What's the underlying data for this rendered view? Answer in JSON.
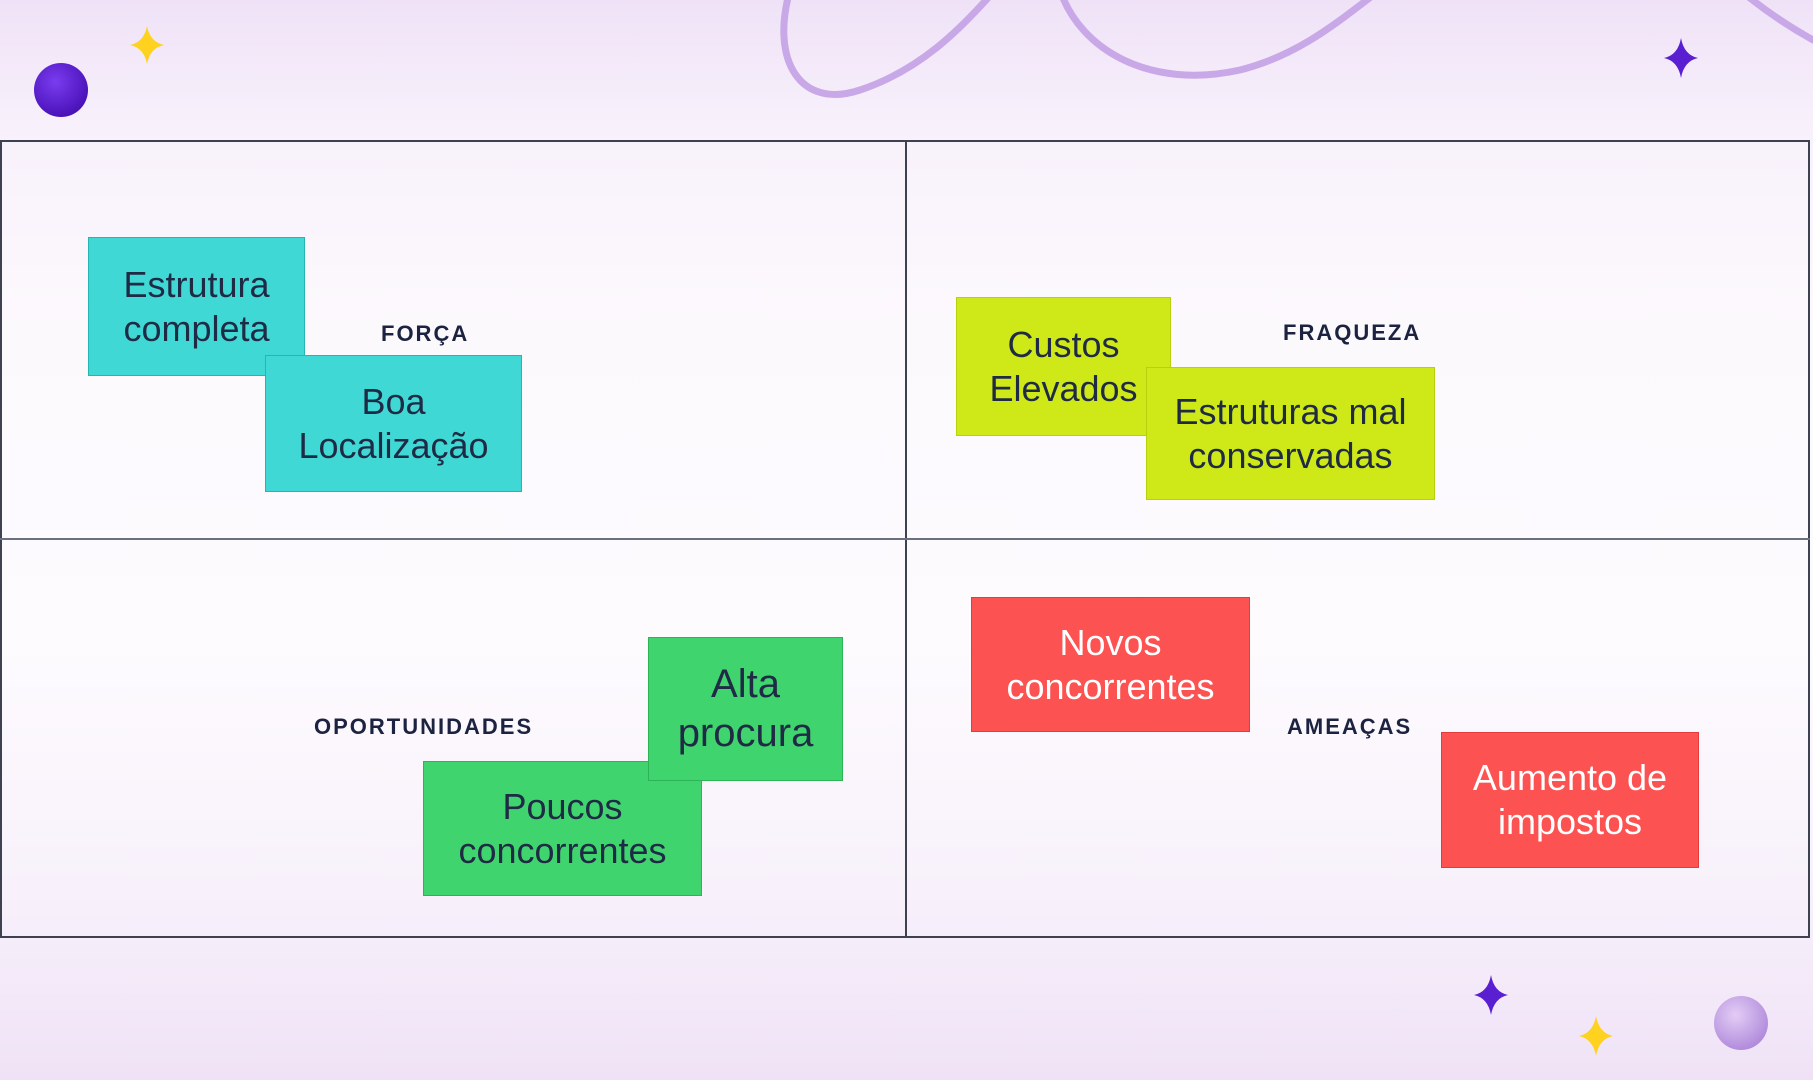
{
  "quadrants": {
    "forca": {
      "label": "FORÇA",
      "notes": [
        "Estrutura\ncompleta",
        "Boa\nLocalização"
      ]
    },
    "fraqueza": {
      "label": "FRAQUEZA",
      "notes": [
        "Custos\nElevados",
        "Estruturas mal\nconservadas"
      ]
    },
    "oportunidades": {
      "label": "OPORTUNIDADES",
      "notes": [
        "Alta\nprocura",
        "Poucos\nconcorrentes"
      ]
    },
    "ameacas": {
      "label": "AMEAÇAS",
      "notes": [
        "Novos\nconcorrentes",
        "Aumento de\nimpostos"
      ]
    }
  },
  "colors": {
    "forca": "#3fd8d5",
    "fraqueza": "#cfe918",
    "oportunidades": "#40d46f",
    "ameacas": "#fd5252",
    "grid_line": "#3e4150",
    "label_text": "#1c2340",
    "accent_purple": "#5a1fd1",
    "accent_yellow": "#ffd21f",
    "accent_lavender": "#c9a8e8"
  },
  "decorations": [
    "purple-ball-icon",
    "lavender-ball-icon",
    "sparkle-yellow-icon",
    "sparkle-purple-icon",
    "squiggle-line"
  ]
}
